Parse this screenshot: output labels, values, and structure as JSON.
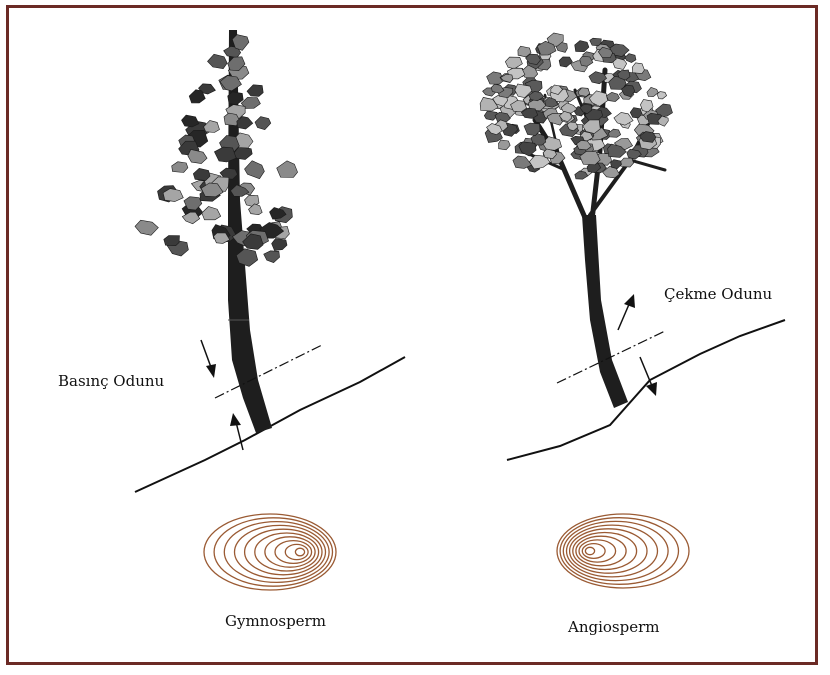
{
  "labels": {
    "compression_wood": "Basınç Odunu",
    "tension_wood": "Çekme Odunu",
    "gymnosperm": "Gymnosperm",
    "angiosperm": "Angiosperm"
  },
  "colors": {
    "frame": "#6b2a25",
    "ring": "#9a5a33",
    "trunk": "#1e1e1e",
    "ground": "#111111",
    "leaves": [
      "#3a3a3a",
      "#555555",
      "#6e6e6e",
      "#8a8a8a",
      "#a5a5a5",
      "#262626"
    ]
  }
}
